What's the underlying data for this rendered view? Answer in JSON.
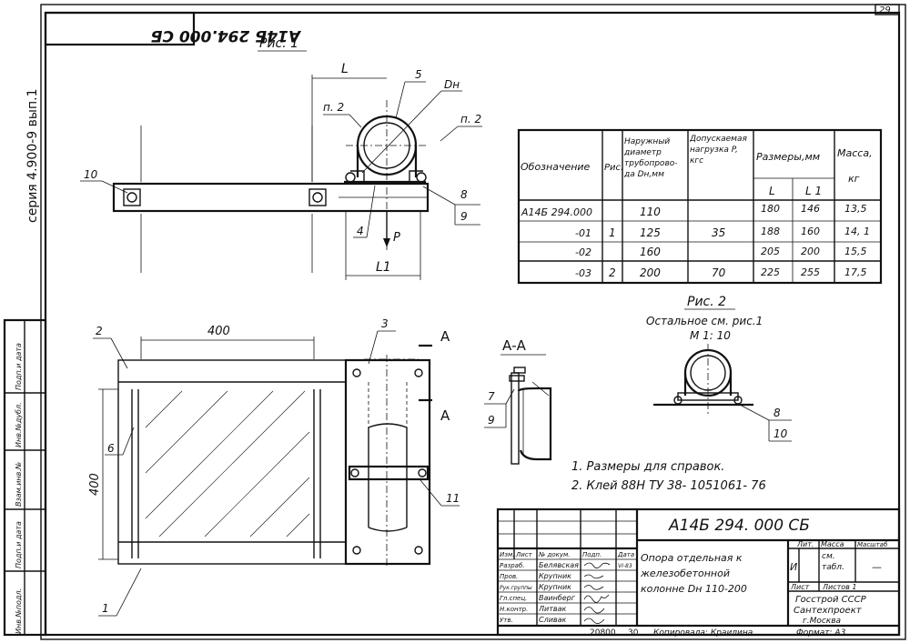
{
  "page_number": "29",
  "series_vertical": "серия 4.900-9 вып.1",
  "mirrored_code": "А14Б 294.000 СБ",
  "fig1": {
    "title": "Рис. 1",
    "dim_L": "L",
    "dim_L1": "L1",
    "label_dn": "Dн",
    "label_p": "P",
    "label_p2_left": "п. 2",
    "label_p2_right": "п. 2",
    "callouts": [
      "5",
      "10",
      "4",
      "8",
      "9"
    ]
  },
  "table": {
    "headers": {
      "designation": "Обозначение",
      "fig": "Рис.",
      "diameter": "Наружный диаметр трубопрово-да Dн,мм",
      "load": "Допускаемая нагрузка P, кгс",
      "sizes": "Размеры,мм",
      "size_L": "L",
      "size_L1": "L 1",
      "mass": "Масса,",
      "mass_unit": "кг"
    },
    "rows": [
      {
        "designation": "А14Б 294.000",
        "diameter": "110",
        "L": "180",
        "L1": "146",
        "mass": "13,5"
      },
      {
        "designation": "-01",
        "diameter": "125",
        "L": "188",
        "L1": "160",
        "mass": "14, 1"
      },
      {
        "designation": "-02",
        "diameter": "160",
        "L": "205",
        "L1": "200",
        "mass": "15,5"
      },
      {
        "designation": "-03",
        "diameter": "200",
        "L": "225",
        "L1": "255",
        "mass": "17,5"
      }
    ],
    "fig_group1": "1",
    "fig_group2": "2",
    "load_group1": "35",
    "load_group2": "70"
  },
  "plan": {
    "dim_width": "400",
    "dim_height": "400",
    "callouts": [
      "2",
      "3",
      "6",
      "1",
      "11"
    ],
    "section_mark": "А"
  },
  "section": {
    "title": "А-А",
    "callouts": [
      "7",
      "9"
    ]
  },
  "fig2": {
    "title": "Рис. 2",
    "note": "Остальное см. рис.1",
    "scale": "М 1: 10",
    "callouts": [
      "8",
      "10"
    ]
  },
  "notes": [
    "1. Размеры для справок.",
    "2. Клей 88Н ТУ 38- 1051061- 76"
  ],
  "side_stamp": [
    "Инв.№подл.",
    "Подп.и дата",
    "Взам.инв.№",
    "Инв.№дубл.",
    "Подп.и дата"
  ],
  "title_block": {
    "code": "А14Б 294. 000 СБ",
    "name": [
      "Опора отдельная к",
      "железобетонной",
      "колонне Dн 110-200"
    ],
    "lit_header": "Лит.",
    "mass_header": "Масса",
    "scale_header": "Масштаб",
    "lit_value": "И",
    "mass_value": "см. табл.",
    "scale_value": "—",
    "sheet_label": "Лист",
    "sheets_label": "Листов 1",
    "org": [
      "Госстрой СССР",
      "Сантехпроект",
      "г.Москва"
    ],
    "header_cells": [
      "Изм.",
      "Лист",
      "№ докум.",
      "Подп.",
      "Дата"
    ],
    "roles": [
      "Разраб.",
      "Пров.",
      "Рук.группы",
      "Гл.спец.",
      "Н.контр.",
      "Утв."
    ],
    "names": [
      "Белявская",
      "Крупник",
      "Крупник",
      "Ваинберг",
      "Литвак",
      "Сливак"
    ],
    "date_value": "VI-83",
    "footer_left": "20800",
    "footer_num": "30",
    "copied": "Копировала: Краилина",
    "format": "Формат: А3"
  }
}
